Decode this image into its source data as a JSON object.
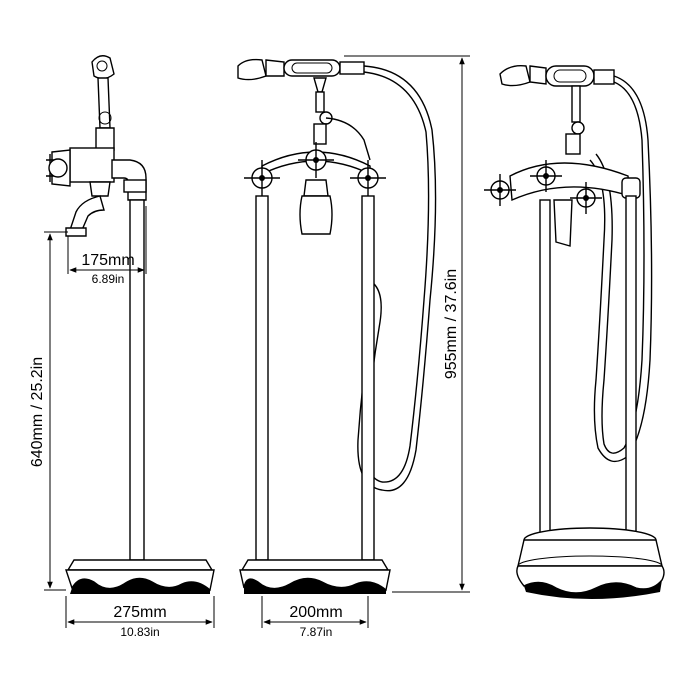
{
  "dimensions": {
    "spout_reach": {
      "mm": "175mm",
      "inch": "6.89in"
    },
    "spout_height": {
      "label": "640mm / 25.2in"
    },
    "base_width": {
      "mm": "275mm",
      "inch": "10.83in"
    },
    "pipe_spacing": {
      "mm": "200mm",
      "inch": "7.87in"
    },
    "total_height": {
      "label": "955mm / 37.6in"
    }
  }
}
